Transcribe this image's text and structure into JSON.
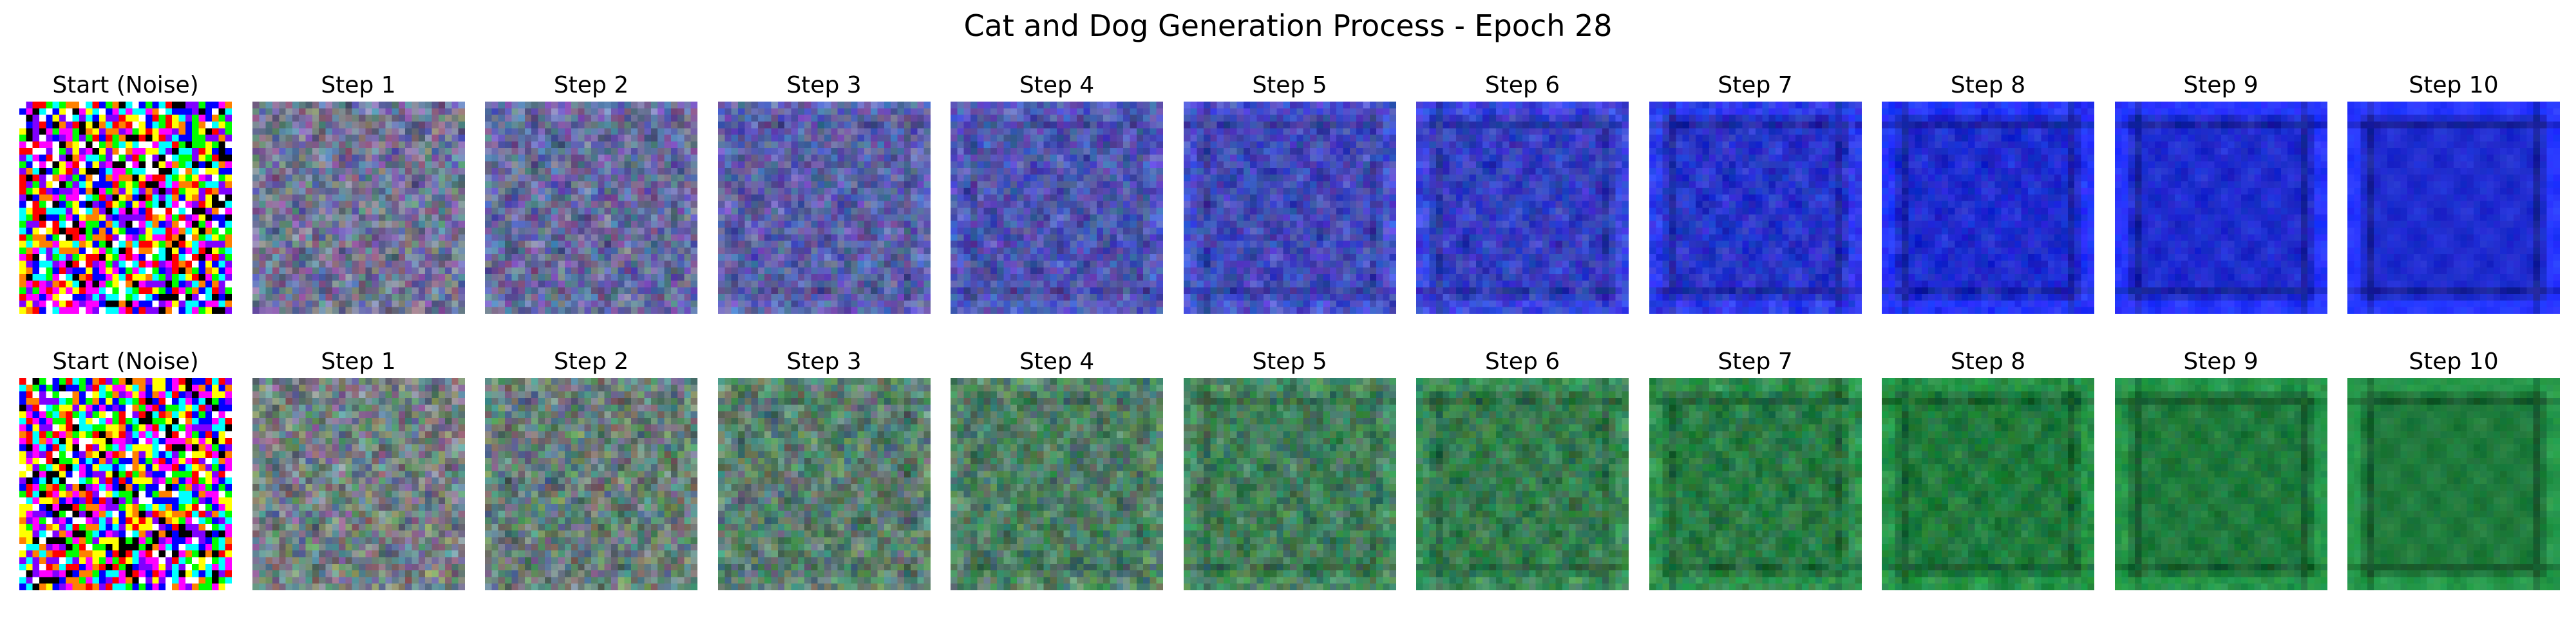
{
  "title": "Cat and Dog Generation Process - Epoch 28",
  "rows": [
    {
      "row_id": "cat",
      "hue": "#1f2ccf",
      "panels": [
        {
          "label": "Start (Noise)",
          "kind": "noise",
          "level": 0
        },
        {
          "label": "Step 1",
          "kind": "gen",
          "level": 0.1
        },
        {
          "label": "Step 2",
          "kind": "gen",
          "level": 0.2
        },
        {
          "label": "Step 3",
          "kind": "gen",
          "level": 0.3
        },
        {
          "label": "Step 4",
          "kind": "gen",
          "level": 0.4
        },
        {
          "label": "Step 5",
          "kind": "gen",
          "level": 0.5
        },
        {
          "label": "Step 6",
          "kind": "gen",
          "level": 0.6
        },
        {
          "label": "Step 7",
          "kind": "gen",
          "level": 0.7
        },
        {
          "label": "Step 8",
          "kind": "gen",
          "level": 0.8
        },
        {
          "label": "Step 9",
          "kind": "gen",
          "level": 0.9
        },
        {
          "label": "Step 10",
          "kind": "gen",
          "level": 1.0
        }
      ]
    },
    {
      "row_id": "dog",
      "hue": "#1f7a3c",
      "panels": [
        {
          "label": "Start (Noise)",
          "kind": "noise",
          "level": 0
        },
        {
          "label": "Step 1",
          "kind": "gen",
          "level": 0.1
        },
        {
          "label": "Step 2",
          "kind": "gen",
          "level": 0.2
        },
        {
          "label": "Step 3",
          "kind": "gen",
          "level": 0.3
        },
        {
          "label": "Step 4",
          "kind": "gen",
          "level": 0.4
        },
        {
          "label": "Step 5",
          "kind": "gen",
          "level": 0.5
        },
        {
          "label": "Step 6",
          "kind": "gen",
          "level": 0.6
        },
        {
          "label": "Step 7",
          "kind": "gen",
          "level": 0.7
        },
        {
          "label": "Step 8",
          "kind": "gen",
          "level": 0.8
        },
        {
          "label": "Step 9",
          "kind": "gen",
          "level": 0.9
        },
        {
          "label": "Step 10",
          "kind": "gen",
          "level": 1.0
        }
      ]
    }
  ]
}
